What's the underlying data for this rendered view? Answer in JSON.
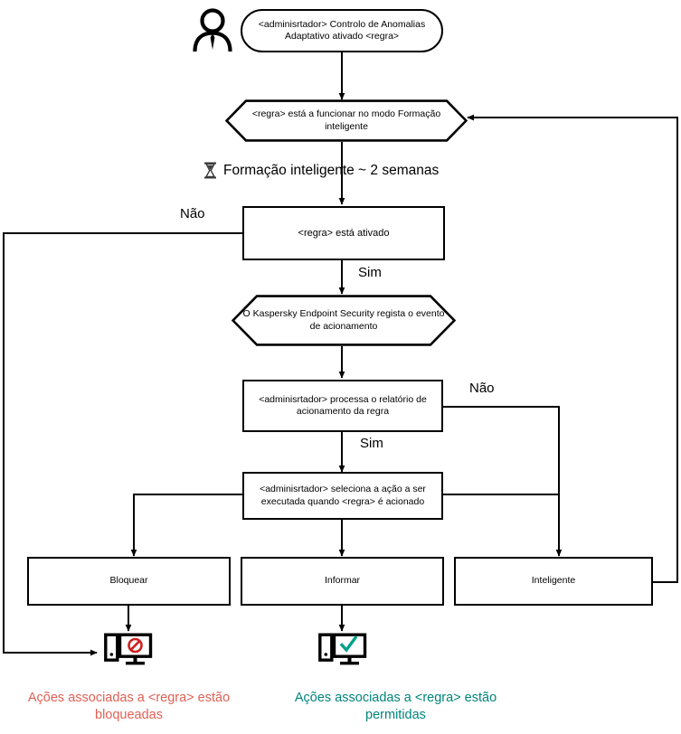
{
  "diagram": {
    "title": "Adaptive Anomaly Control rule flow",
    "actor": {
      "icon": "user-person-icon"
    },
    "nodes": {
      "start": {
        "shape": "stadium",
        "text": "<adminisrtador> Controlo de Anomalias Adaptativo ativado <regra>"
      },
      "smart_training_mode": {
        "shape": "hexagon",
        "text": "<regra> está a funcionar no modo Formação inteligente"
      },
      "rule_enabled": {
        "shape": "rectangle",
        "text": "<regra> está ativado"
      },
      "kes_logs_event": {
        "shape": "hexagon",
        "text": "O Kaspersky Endpoint Security regista o evento de acionamento"
      },
      "admin_processes_report": {
        "shape": "rectangle",
        "text": "<adminisrtador> processa o relatório de acionamento da regra"
      },
      "admin_selects_action": {
        "shape": "rectangle",
        "text": "<adminisrtador> seleciona a ação a ser executada quando <regra> é acionado"
      },
      "action_block": {
        "shape": "rectangle",
        "text": "Bloquear"
      },
      "action_inform": {
        "shape": "rectangle",
        "text": "Informar"
      },
      "action_smart": {
        "shape": "rectangle",
        "text": "Inteligente"
      }
    },
    "training_note": {
      "icon": "hourglass-icon",
      "text": "Formação inteligente ~ 2 semanas"
    },
    "branch_labels": {
      "rule_enabled_no": "Não",
      "rule_enabled_yes": "Sim",
      "report_no": "Não",
      "report_yes": "Sim"
    },
    "outcomes": {
      "blocked": {
        "icon": "computer-blocked-icon",
        "caption": "Ações associadas a <regra> estão\nbloqueadas",
        "color": "#e06055"
      },
      "allowed": {
        "icon": "computer-allowed-icon",
        "caption": "Ações associadas a <regra> estão\npermitidas",
        "color": "#00857a"
      }
    },
    "colors": {
      "stroke": "#000000",
      "background": "#ffffff",
      "blocked_red": "#cc2222",
      "allowed_green": "#00a08a",
      "caption_red": "#e06055",
      "caption_green": "#00857a"
    }
  }
}
